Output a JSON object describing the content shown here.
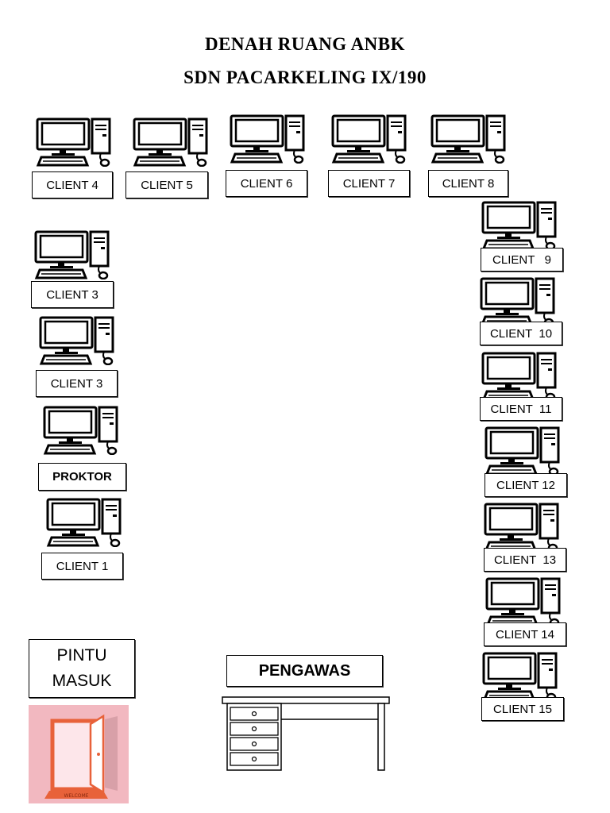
{
  "title_line1": "DENAH RUANG ANBK",
  "title_line2": "SDN PACARKELING IX/190",
  "stations": {
    "client4": "CLIENT 4",
    "client5": "CLIENT 5",
    "client6": "CLIENT 6",
    "client7": "CLIENT 7",
    "client8": "CLIENT 8",
    "client3a": "CLIENT 3",
    "client3b": "CLIENT 3",
    "proktor": "PROKTOR",
    "client1": "CLIENT 1",
    "client9": "CLIENT   9",
    "client10": "CLIENT  10",
    "client11": "CLIENT  11",
    "client12": "CLIENT 12",
    "client13": "CLIENT  13",
    "client14": "CLIENT 14",
    "client15": "CLIENT 15"
  },
  "door": {
    "line1": "PINTU",
    "line2": "MASUK",
    "mat_text": "WELCOME"
  },
  "supervisor": "PENGAWAS",
  "icons": {
    "computer": "computer-icon",
    "door": "door-icon",
    "desk": "desk-icon"
  },
  "colors": {
    "door_bg": "#f2b8c0",
    "door_frame": "#e8623a"
  }
}
